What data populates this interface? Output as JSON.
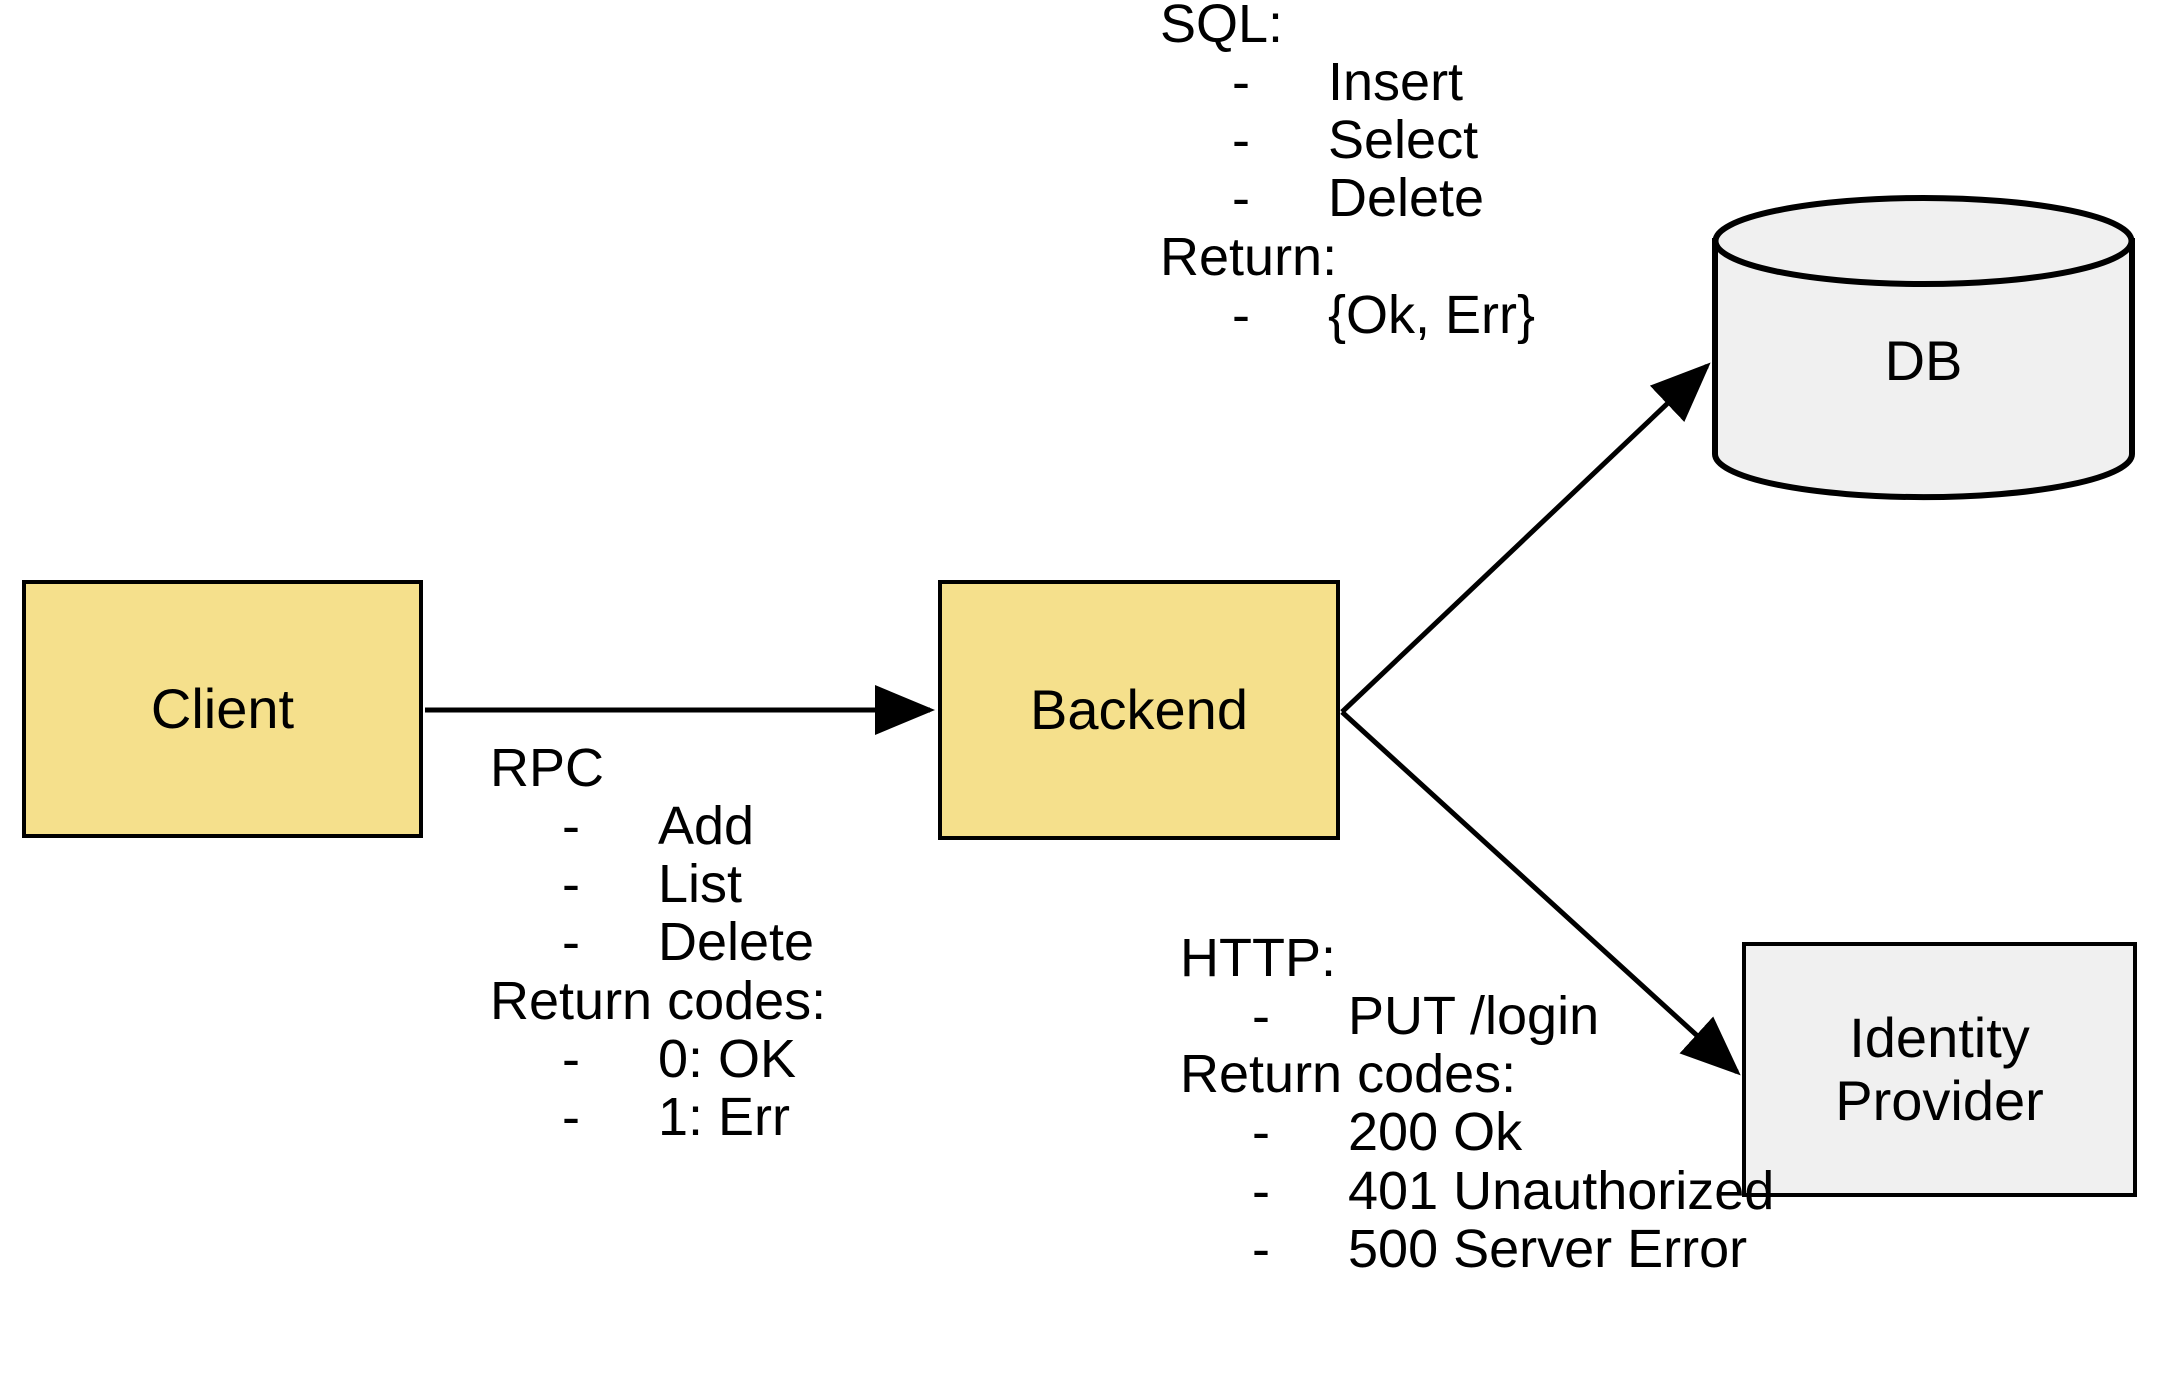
{
  "diagram": {
    "title": "Client / Backend architecture with DB and Identity Provider",
    "colors": {
      "node_yellow": "#f5e08c",
      "node_gray": "#f0f0f0",
      "stroke": "#000000",
      "background": "#ffffff"
    }
  },
  "nodes": {
    "client": {
      "label": "Client",
      "shape": "rectangle",
      "fill": "#f5e08c"
    },
    "backend": {
      "label": "Backend",
      "shape": "rectangle",
      "fill": "#f5e08c"
    },
    "db": {
      "label": "DB",
      "shape": "cylinder",
      "fill": "#f0f0f0"
    },
    "identity_provider": {
      "label": "Identity\nProvider",
      "shape": "rectangle",
      "fill": "#f0f0f0"
    }
  },
  "annotations": {
    "rpc": {
      "heading": "RPC",
      "items": [
        {
          "dash": "-",
          "text": "Add"
        },
        {
          "dash": "-",
          "text": "List"
        },
        {
          "dash": "-",
          "text": "Delete"
        }
      ],
      "subheading": "Return codes:",
      "return_items": [
        {
          "dash": "-",
          "text": "0: OK"
        },
        {
          "dash": "-",
          "text": "1: Err"
        }
      ]
    },
    "sql": {
      "heading": "SQL:",
      "items": [
        {
          "dash": "-",
          "text": "Insert"
        },
        {
          "dash": "-",
          "text": "Select"
        },
        {
          "dash": "-",
          "text": "Delete"
        }
      ],
      "subheading": "Return:",
      "return_items": [
        {
          "dash": "-",
          "text": "{Ok, Err}"
        }
      ]
    },
    "http": {
      "heading": "HTTP:",
      "items": [
        {
          "dash": "-",
          "text": "PUT /login"
        }
      ],
      "subheading": "Return codes:",
      "return_items": [
        {
          "dash": "-",
          "text": "200 Ok"
        },
        {
          "dash": "-",
          "text": "401 Unauthorized"
        },
        {
          "dash": "-",
          "text": "500 Server Error"
        }
      ]
    }
  },
  "edges": [
    {
      "name": "client-to-backend",
      "from": "client",
      "to": "backend",
      "label": "RPC"
    },
    {
      "name": "backend-to-db",
      "from": "backend",
      "to": "db",
      "label": "SQL"
    },
    {
      "name": "backend-to-identity-provider",
      "from": "backend",
      "to": "identity_provider",
      "label": "HTTP"
    }
  ]
}
